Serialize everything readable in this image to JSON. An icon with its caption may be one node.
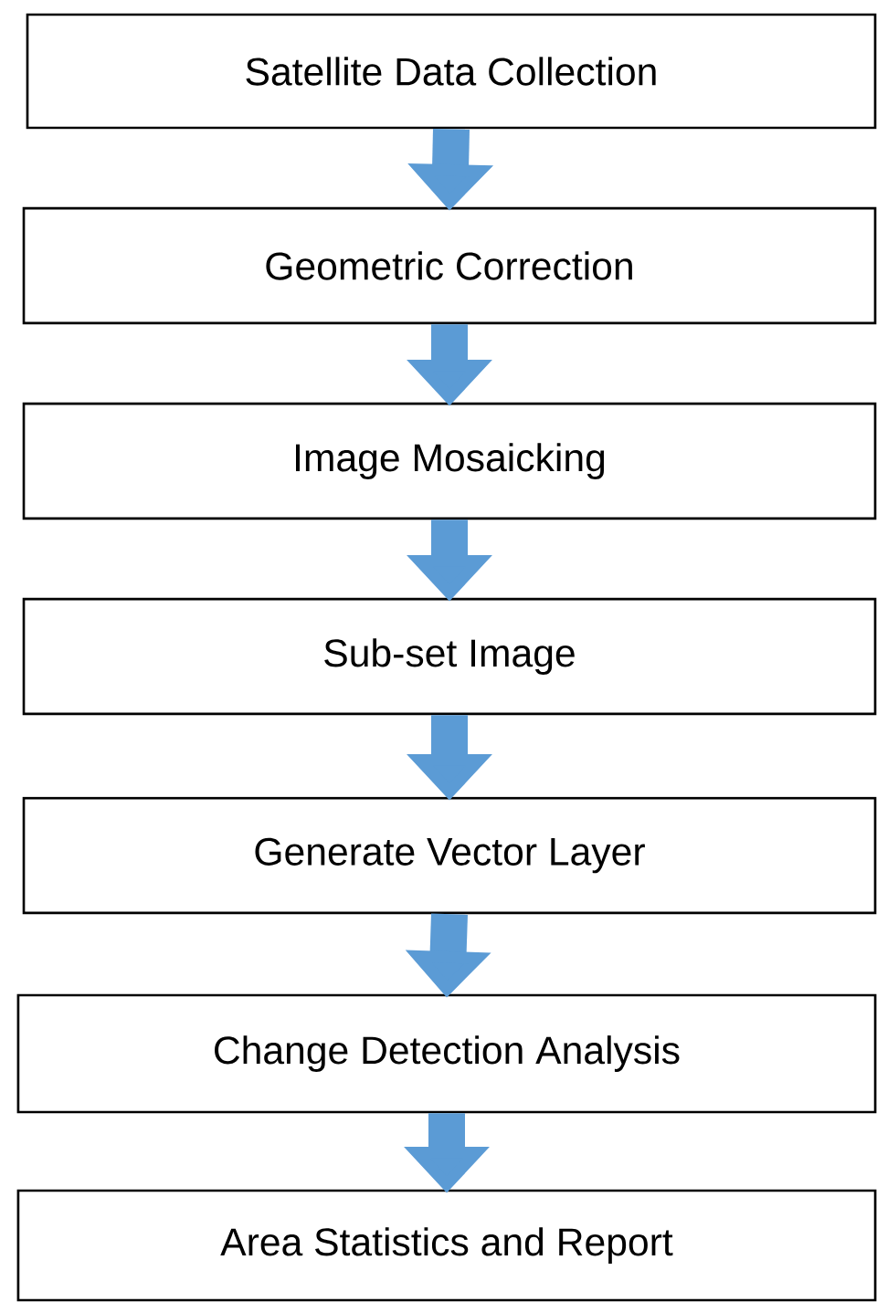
{
  "diagram": {
    "nodes": [
      {
        "text": [
          "Satellite Data Collection"
        ]
      },
      {
        "text": [
          "Geometric Correction"
        ]
      },
      {
        "text": [
          "Image Mosaicking"
        ]
      },
      {
        "text": [
          "Sub-set Image"
        ]
      },
      {
        "text": [
          "Generate Vector Layer"
        ]
      },
      {
        "text": [
          "Change Detection Analysis"
        ]
      },
      {
        "text": [
          "Area Statistics and Report"
        ]
      }
    ],
    "edges": [
      {
        "from": 0,
        "to": 1,
        "arrow": "to"
      },
      {
        "from": 1,
        "to": 2,
        "arrow": "to"
      },
      {
        "from": 2,
        "to": 3,
        "arrow": "to"
      },
      {
        "from": 3,
        "to": 4,
        "arrow": "to"
      },
      {
        "from": 4,
        "to": 5,
        "arrow": "to"
      },
      {
        "from": 5,
        "to": 6,
        "arrow": "to"
      }
    ]
  }
}
